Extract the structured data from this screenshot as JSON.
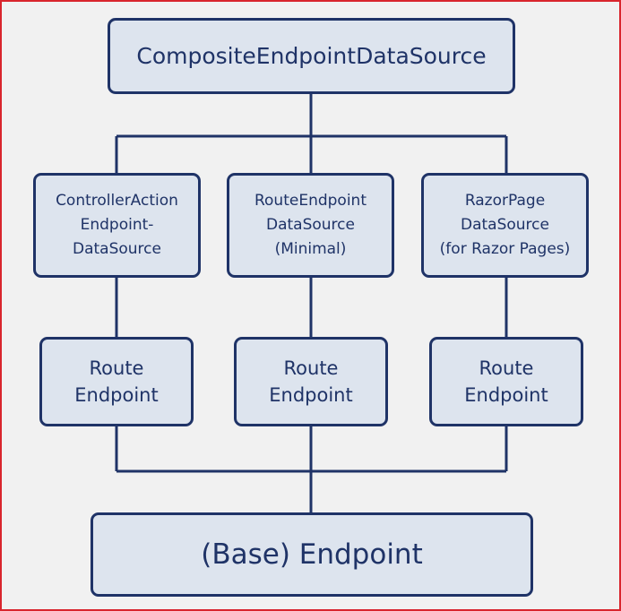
{
  "diagram": {
    "root": {
      "label": "CompositeEndpointDataSource"
    },
    "sources": [
      {
        "lines": [
          "ControllerAction",
          "Endpoint-",
          "DataSource"
        ]
      },
      {
        "lines": [
          "RouteEndpoint",
          "DataSource",
          "(Minimal)"
        ]
      },
      {
        "lines": [
          "RazorPage",
          "DataSource",
          "(for Razor Pages)"
        ]
      }
    ],
    "routes": [
      {
        "lines": [
          "Route",
          "Endpoint"
        ]
      },
      {
        "lines": [
          "Route",
          "Endpoint"
        ]
      },
      {
        "lines": [
          "Route",
          "Endpoint"
        ]
      }
    ],
    "base": {
      "label": "(Base) Endpoint"
    }
  },
  "colors": {
    "background": "#f1f1f1",
    "box_fill": "#dde4ee",
    "stroke": "#1f3367",
    "frame": "#d9252d"
  }
}
